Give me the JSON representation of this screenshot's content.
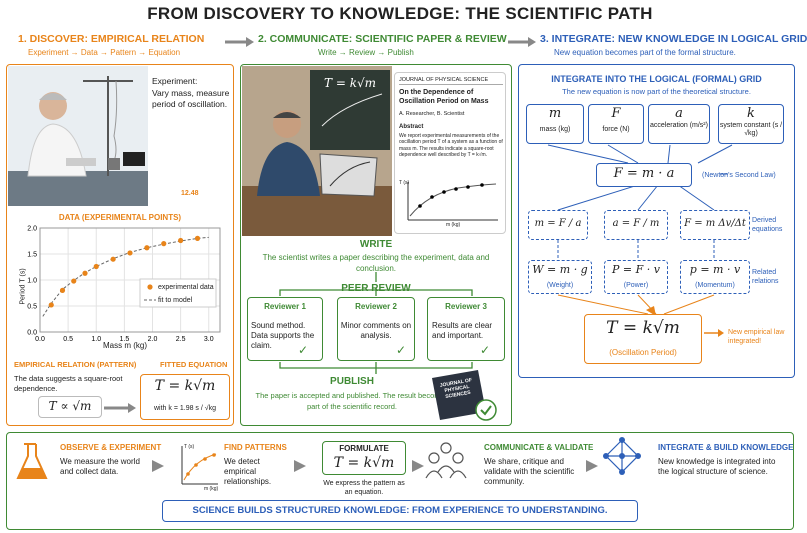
{
  "title": "FROM DISCOVERY TO KNOWLEDGE: THE SCIENTIFIC PATH",
  "s1": {
    "header": "1. DISCOVER: EMPIRICAL RELATION",
    "sub": "Experiment → Data → Pattern → Equation",
    "exp_label": "Experiment:",
    "exp_text": "Vary mass, measure period of oscillation.",
    "timer": "12.48",
    "data_title": "DATA (EXPERIMENTAL POINTS)",
    "pattern_title": "EMPIRICAL RELATION (PATTERN)",
    "pattern_text": "The data suggests a square-root dependence.",
    "pattern_eq": "T ∝ √m",
    "fit_title": "FITTED EQUATION",
    "fit_eq": "T = k√m",
    "fit_k": "with k = 1.98 s / √kg"
  },
  "chart_data": {
    "type": "scatter",
    "xlabel": "Mass m (kg)",
    "ylabel": "Period T (s)",
    "xlim": [
      0,
      3.2
    ],
    "ylim": [
      0,
      2.0
    ],
    "xticks": [
      "0.0",
      "0.5",
      "1.0",
      "1.5",
      "2.0",
      "2.5",
      "3.0"
    ],
    "yticks": [
      "0.0",
      "0.5",
      "1.0",
      "1.5",
      "2.0"
    ],
    "series": [
      {
        "name": "experimental data",
        "x": [
          0.2,
          0.4,
          0.6,
          0.8,
          1.0,
          1.3,
          1.6,
          1.9,
          2.2,
          2.5,
          2.8
        ],
        "y": [
          0.52,
          0.8,
          0.98,
          1.13,
          1.26,
          1.4,
          1.52,
          1.62,
          1.7,
          1.76,
          1.8
        ]
      },
      {
        "name": "fit to model",
        "x": [
          0.05,
          0.2,
          0.4,
          0.6,
          0.8,
          1.0,
          1.3,
          1.6,
          1.9,
          2.2,
          2.5,
          2.8,
          3.0
        ],
        "y": [
          0.3,
          0.55,
          0.82,
          0.99,
          1.14,
          1.26,
          1.41,
          1.53,
          1.62,
          1.69,
          1.75,
          1.8,
          1.82
        ]
      }
    ],
    "grid": true,
    "legend": "inside-right"
  },
  "s2": {
    "header": "2. COMMUNICATE: SCIENTIFIC PAPER & REVIEW",
    "sub": "Write → Review → Publish",
    "board_eq": "T = k√m",
    "paper": {
      "journal": "JOURNAL OF PHYSICAL SCIENCE",
      "title": "On the Dependence of Oscillation Period on Mass",
      "authors": "A. Researcher, B. Scientist",
      "abstract_h": "Abstract",
      "abstract": "We report experimental measurements of the oscillation period T of a system as a function of mass m. The results indicate a square-root dependence well described by T = k√m.",
      "yl": "T (s)",
      "xl": "m (kg)"
    },
    "write_h": "WRITE",
    "write_t": "The scientist writes a paper describing the experiment, data and conclusion.",
    "peer_h": "PEER REVIEW",
    "reviewers": [
      {
        "name": "Reviewer 1",
        "text": "Sound method. Data supports the claim."
      },
      {
        "name": "Reviewer 2",
        "text": "Minor comments on analysis."
      },
      {
        "name": "Reviewer 3",
        "text": "Results are clear and important."
      }
    ],
    "pub_h": "PUBLISH",
    "pub_t": "The paper is accepted and published. The result becomes part of the scientific record.",
    "book": "JOURNAL OF PHYSICAL SCIENCES"
  },
  "s3": {
    "header": "3. INTEGRATE: NEW KNOWLEDGE IN LOGICAL GRID",
    "sub": "New equation becomes part of the formal structure.",
    "grid_h": "INTEGRATE INTO THE LOGICAL (FORMAL) GRID",
    "grid_sub": "The new equation is now part of the theoretical structure.",
    "vars": [
      {
        "sym": "m",
        "desc": "mass (kg)"
      },
      {
        "sym": "F",
        "desc": "force (N)"
      },
      {
        "sym": "a",
        "desc": "acceleration (m/s²)"
      },
      {
        "sym": "k",
        "desc": "system constant (s / √kg)"
      }
    ],
    "newton": "F = m · a",
    "newton_l": "(Newton's Second Law)",
    "derived": [
      "m = F / a",
      "a = F / m",
      "F = m Δv/Δt"
    ],
    "derived_l": "Derived equations",
    "related": [
      {
        "eq": "W = m · g",
        "n": "(Weight)"
      },
      {
        "eq": "P = F · v",
        "n": "(Power)"
      },
      {
        "eq": "p = m · v",
        "n": "(Momentum)"
      }
    ],
    "related_l": "Related relations",
    "final_eq": "T = k√m",
    "final_n": "(Oscillation Period)",
    "new_law": "New empirical law integrated!"
  },
  "bottom": {
    "steps": [
      {
        "h": "OBSERVE & EXPERIMENT",
        "t": "We measure the world and collect data."
      },
      {
        "h": "FIND PATTERNS",
        "t": "We detect empirical relationships."
      },
      {
        "h": "FORMULATE",
        "eq": "T = k√m",
        "t": "We express the pattern as an equation."
      },
      {
        "h": "COMMUNICATE & VALIDATE",
        "t": "We share, critique and validate with the scientific community."
      },
      {
        "h": "INTEGRATE & BUILD KNOWLEDGE",
        "t": "New knowledge is integrated into the logical structure of science."
      }
    ],
    "mini_yl": "T (s)",
    "mini_xl": "m (kg)",
    "banner": "SCIENCE BUILDS STRUCTURED KNOWLEDGE: FROM EXPERIENCE TO UNDERSTANDING."
  },
  "colors": {
    "orange": "#e8841a",
    "green": "#3f8a34",
    "blue": "#2d5fb8"
  }
}
